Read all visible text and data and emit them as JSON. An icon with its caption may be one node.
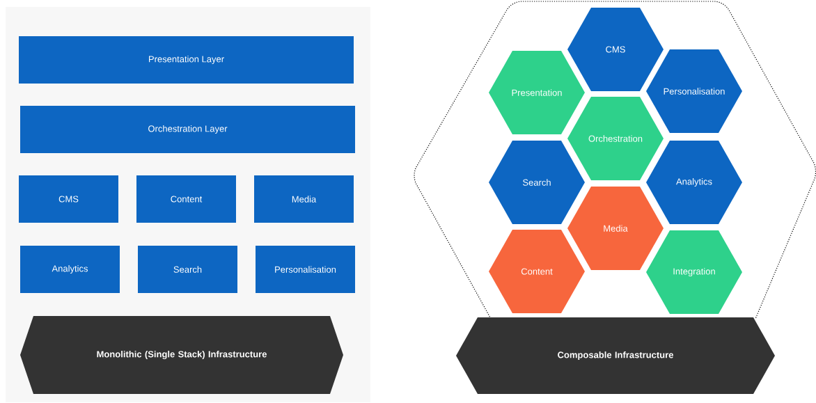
{
  "diagram": {
    "nodes": [
      {
        "text": [
          "Presentation Layer"
        ]
      },
      {
        "text": [
          "Orchestration Layer"
        ]
      },
      {
        "text": [
          "CMS"
        ]
      },
      {
        "text": [
          "Content"
        ]
      },
      {
        "text": [
          "Media"
        ]
      },
      {
        "text": [
          "Analytics"
        ]
      },
      {
        "text": [
          "Search"
        ]
      },
      {
        "text": [
          "Personalisation"
        ]
      },
      {
        "text": [
          "Monolithic (Single Stack) Infrastructure"
        ]
      },
      {
        "text": [
          "CMS"
        ]
      },
      {
        "text": [
          "Presentation"
        ]
      },
      {
        "text": [
          "Personalisation"
        ]
      },
      {
        "text": [
          "Orchestration"
        ]
      },
      {
        "text": [
          "Search"
        ]
      },
      {
        "text": [
          "Analytics"
        ]
      },
      {
        "text": [
          "Media"
        ]
      },
      {
        "text": [
          "Content"
        ]
      },
      {
        "text": [
          "Integration"
        ]
      },
      {
        "text": [
          "Composable Infrastructure"
        ]
      }
    ]
  }
}
